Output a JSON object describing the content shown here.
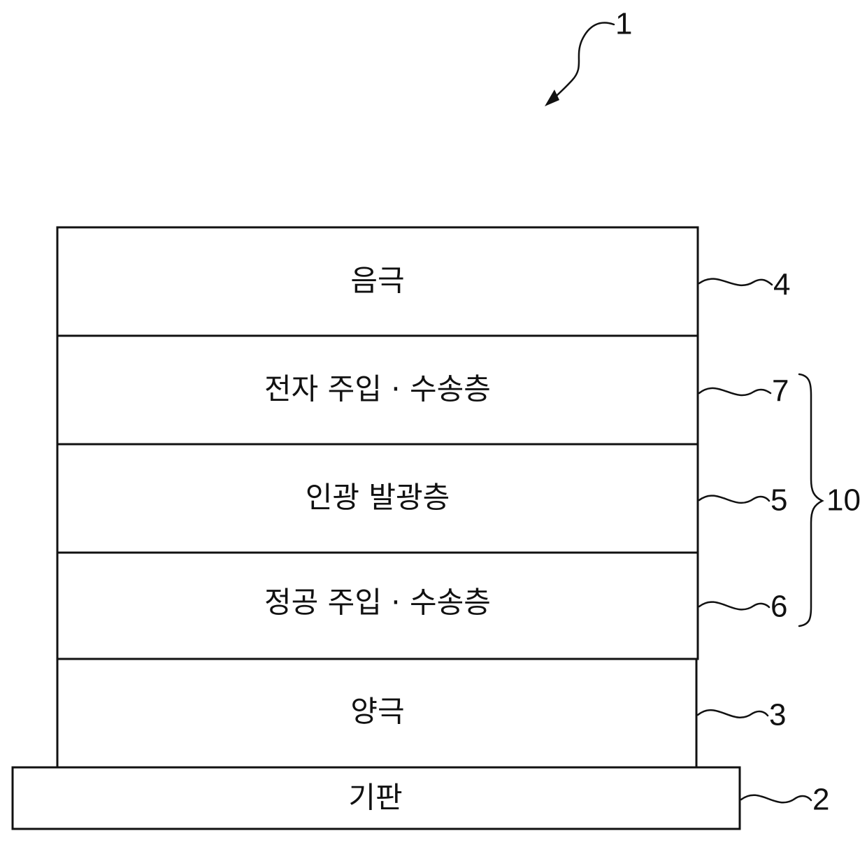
{
  "figure": {
    "device_ref": "1",
    "group_ref": "10",
    "layers": [
      {
        "id": "cathode",
        "label": "음극",
        "ref": "4"
      },
      {
        "id": "electron-transport",
        "label": "전자 주입 · 수송층",
        "ref": "7"
      },
      {
        "id": "emitting",
        "label": "인광 발광층",
        "ref": "5"
      },
      {
        "id": "hole-transport",
        "label": "정공 주입 · 수송층",
        "ref": "6"
      },
      {
        "id": "anode",
        "label": "양극",
        "ref": "3"
      },
      {
        "id": "substrate",
        "label": "기판",
        "ref": "2"
      }
    ]
  }
}
